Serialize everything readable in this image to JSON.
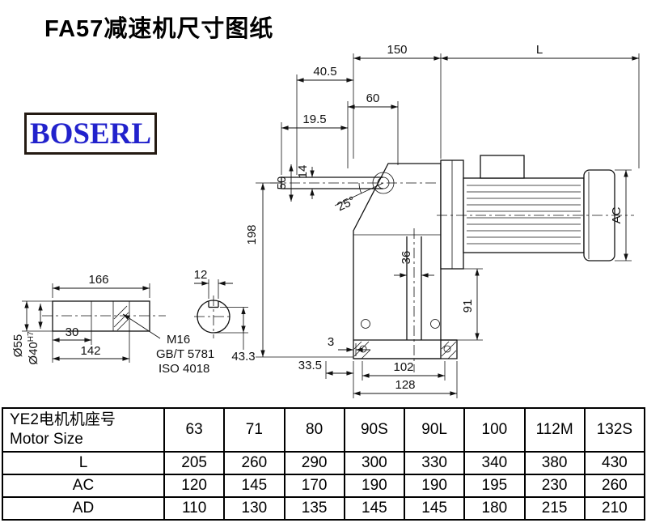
{
  "title": "FA57减速机尺寸图纸",
  "logo": {
    "text": "BOSERL"
  },
  "drawing": {
    "dims": {
      "d150": "150",
      "L": "L",
      "d40_5": "40.5",
      "d60": "60",
      "d19_5": "19.5",
      "d14": "14",
      "d50": "50",
      "angle25": "25°",
      "d198": "198",
      "AC": "AC",
      "d166": "166",
      "d12": "12",
      "d36": "36",
      "d91": "91",
      "dia55": "Ø55",
      "dia40_base": "Ø40",
      "dia40_sup": "H7",
      "d30": "30",
      "d142": "142",
      "m16": "M16",
      "gbt": "GB/T 5781",
      "iso": "ISO 4018",
      "d43_3": "43.3",
      "d3": "3",
      "d33_5": "33.5",
      "d102": "102",
      "d128": "128"
    }
  },
  "table": {
    "header": {
      "line1": "YE2电机机座号",
      "line2": "Motor Size"
    },
    "columns": [
      "63",
      "71",
      "80",
      "90S",
      "90L",
      "100",
      "112M",
      "132S"
    ],
    "rows": [
      {
        "label": "L",
        "values": [
          "205",
          "260",
          "290",
          "300",
          "330",
          "340",
          "380",
          "430"
        ]
      },
      {
        "label": "AC",
        "values": [
          "120",
          "145",
          "170",
          "190",
          "190",
          "195",
          "230",
          "260"
        ]
      },
      {
        "label": "AD",
        "values": [
          "110",
          "130",
          "135",
          "145",
          "145",
          "180",
          "215",
          "210"
        ]
      }
    ]
  }
}
